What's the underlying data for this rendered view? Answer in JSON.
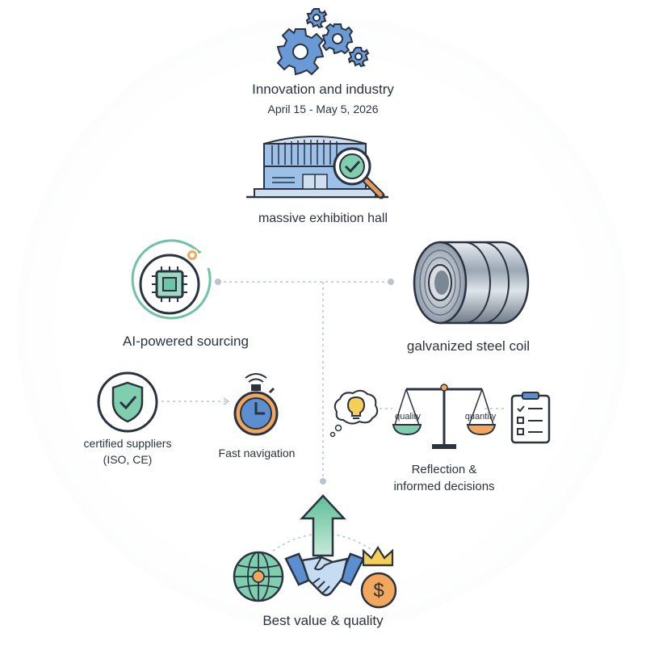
{
  "header": {
    "title": "Innovation and industry",
    "dates": "April 15 - May 5, 2026"
  },
  "nodes": {
    "hall": "massive exhibition hall",
    "ai": "AI-powered sourcing",
    "coil": "galvanized steel coil",
    "certified_line1": "certified suppliers",
    "certified_line2": "(ISO, CE)",
    "fast_nav": "Fast navigation",
    "reflection_line1": "Reflection &",
    "reflection_line2": "informed decisions",
    "best_value": "Best value & quality"
  },
  "scale": {
    "left_pan": "quality",
    "right_pan": "quantity"
  },
  "icons": [
    "gears-icon",
    "exhibition-hall-icon",
    "magnifier-check-icon",
    "chip-icon",
    "steel-coil-icon",
    "shield-check-icon",
    "stopwatch-icon",
    "lightbulb-thought-icon",
    "balance-scale-icon",
    "checklist-icon",
    "up-arrow-icon",
    "globe-icon",
    "handshake-icon",
    "crown-icon",
    "dollar-coin-icon"
  ],
  "colors": {
    "accent_blue": "#5b8fd0",
    "accent_green": "#6fc3a4",
    "accent_orange": "#f2a75c",
    "ink": "#2b3340"
  }
}
